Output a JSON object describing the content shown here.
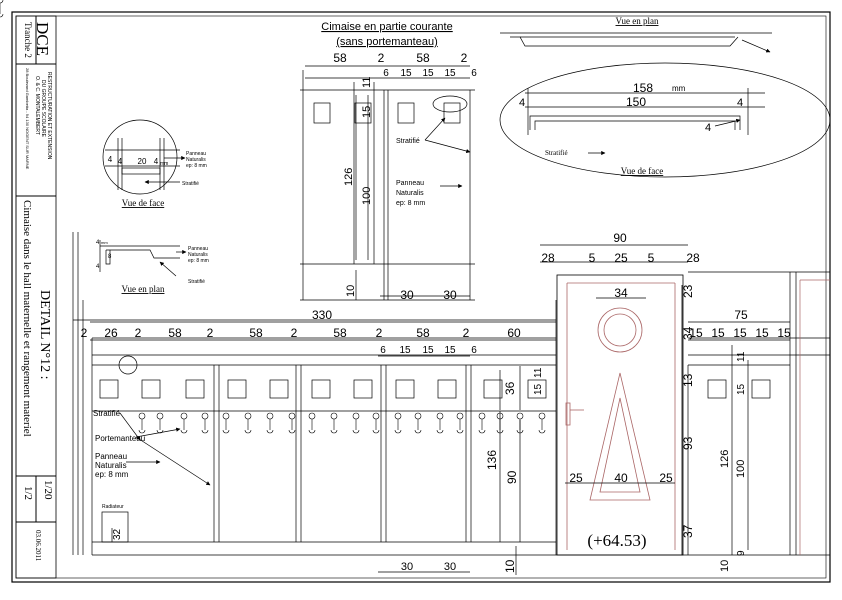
{
  "titleblock": {
    "stage": "DCE",
    "lot": "Tranche 2",
    "project_line1": "RESTRUCTURATION ET EXTENSION",
    "project_line2": "DU GROUPE SCOLAIRE",
    "project_line3": "O. & C. MONTALEMBERT",
    "address": "28 Boulevard Gambetta - 94 130 NOGENT SUR MARNE",
    "drawing_title": "Cimaise dans le hall maternelle et rangement materiel",
    "detail": "DETAIL N°12 :",
    "scale": "1/20",
    "sheet": "1/2",
    "date": "03.06.2011"
  },
  "views": {
    "section_title_1": "Cimaise en partie courante",
    "section_title_2": "(sans portemanteau)",
    "plan_top": "Vue en plan",
    "face_right": "Vue de face",
    "face_left": "Vue de face",
    "plan_left": "Vue en plan"
  },
  "labels": {
    "stratifie": "Stratifié",
    "panneau_1": "Panneau",
    "panneau_2": "Naturalis",
    "panneau_3": "ep: 8 mm",
    "portemanteau": "Portemanteau",
    "radiateur": "Radiateur",
    "level": "(+64.53)",
    "mm": "mm"
  },
  "dimensions": {
    "top_58a": "58",
    "top_2a": "2",
    "top_58b": "58",
    "top_2b": "2",
    "top_6a": "6",
    "top_15a": "15",
    "top_15b": "15",
    "top_15c": "15",
    "top_6b": "6",
    "v_11": "11",
    "v_15": "15",
    "v_126": "126",
    "v_100": "100",
    "v_10": "10",
    "b_30a": "30",
    "b_30b": "30",
    "r_158": "158",
    "r_150": "150",
    "r_4a": "4",
    "r_4b": "4",
    "r_4c": "4",
    "d_4a": "4",
    "d_4b": "4",
    "d_20": "20",
    "d_4c": "4",
    "p_4": "4",
    "p_8": "8",
    "p_4b": "4",
    "door_90": "90",
    "door_28a": "28",
    "door_5a": "5",
    "door_25": "25",
    "door_5b": "5",
    "door_28b": "28",
    "door_34": "34",
    "door_23": "23",
    "door_34v": "34",
    "door_13": "13",
    "door_93": "93",
    "door_25a": "25",
    "door_40": "40",
    "door_25b": "25",
    "door_37": "37",
    "total_330": "330",
    "m_2a": "2",
    "m_26": "26",
    "m_2b": "2",
    "m_58a": "58",
    "m_2c": "2",
    "m_58b": "58",
    "m_2d": "2",
    "m_58c": "58",
    "m_2e": "2",
    "m_58d": "58",
    "m_2f": "2",
    "m_60": "60",
    "m_6a": "6",
    "m_15a": "15",
    "m_15b": "15",
    "m_15c": "15",
    "m_6b": "6",
    "m_36": "36",
    "m_15v": "15",
    "m_11v": "11",
    "m_136": "136",
    "m_90": "90",
    "m_32": "32",
    "m_10": "10",
    "m_30a": "30",
    "m_30b": "30",
    "rr_75": "75",
    "rr_15a": "15",
    "rr_15b": "15",
    "rr_15c": "15",
    "rr_15d": "15",
    "rr_15e": "15",
    "rr_11": "11",
    "rr_15v": "15",
    "rr_126": "126",
    "rr_100": "100",
    "rr_9": "9",
    "rr_10": "10"
  }
}
